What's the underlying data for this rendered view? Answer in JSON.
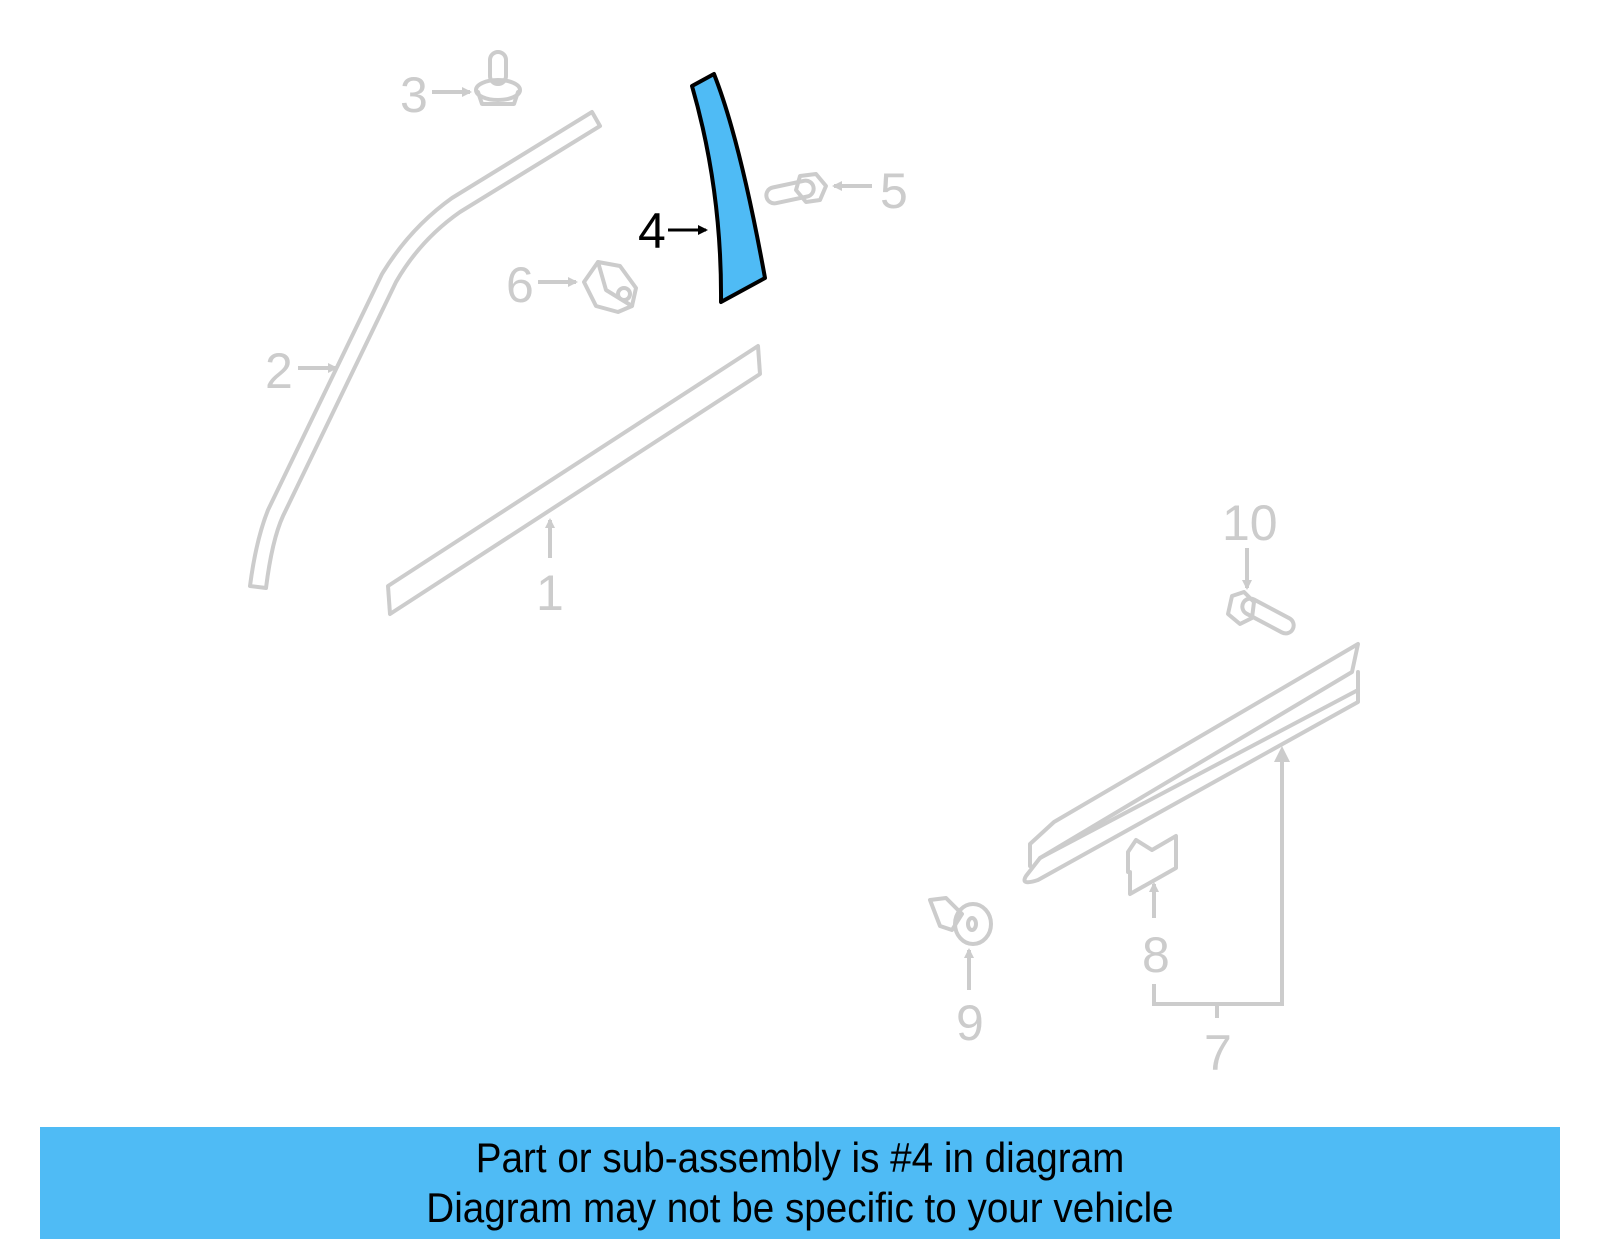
{
  "diagram": {
    "highlight_color": "#4fbbf5",
    "line_color": "#cccccc",
    "callouts": [
      {
        "id": "1",
        "label": "1"
      },
      {
        "id": "2",
        "label": "2"
      },
      {
        "id": "3",
        "label": "3"
      },
      {
        "id": "4",
        "label": "4",
        "highlighted": true
      },
      {
        "id": "5",
        "label": "5"
      },
      {
        "id": "6",
        "label": "6"
      },
      {
        "id": "7",
        "label": "7"
      },
      {
        "id": "8",
        "label": "8"
      },
      {
        "id": "9",
        "label": "9"
      },
      {
        "id": "10",
        "label": "10"
      }
    ]
  },
  "banner": {
    "line1": "Part or sub-assembly is #4 in diagram",
    "line2": "Diagram may not be specific to your vehicle",
    "background": "#4fbbf5"
  }
}
